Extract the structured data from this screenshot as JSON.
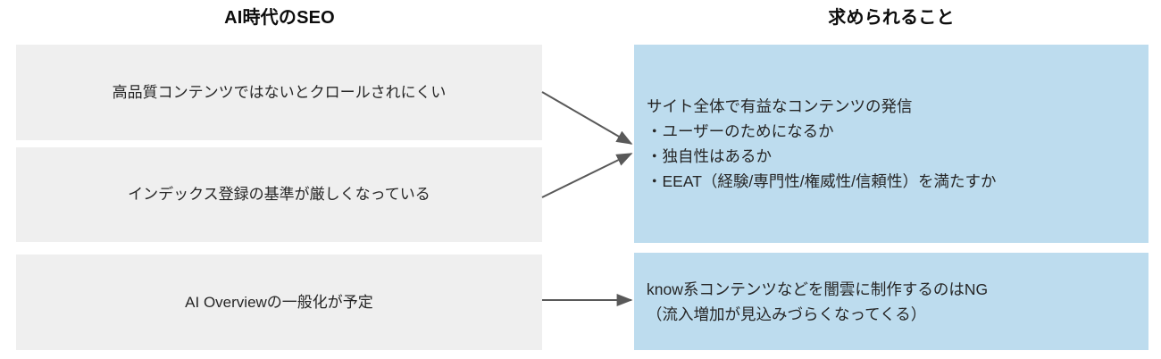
{
  "columns": {
    "left": {
      "title": "AI時代のSEO",
      "items": [
        {
          "label": "高品質コンテンツではないとクロールされにくい"
        },
        {
          "label": "インデックス登録の基準が厳しくなっている"
        },
        {
          "label": "AI Overviewの一般化が予定"
        }
      ]
    },
    "right": {
      "title": "求められること",
      "items": [
        {
          "label": "サイト全体で有益なコンテンツの発信\n・ユーザーのためになるか\n・独自性はあるか\n・EEAT（経験/専門性/権威性/信頼性）を満たすか"
        },
        {
          "label": "know系コンテンツなどを闇雲に制作するのはNG\n（流入増加が見込みづらくなってくる）"
        }
      ]
    }
  },
  "connectors": [
    {
      "name": "arrow-left1-to-right1",
      "from": "box-left-1",
      "to": "box-right-1"
    },
    {
      "name": "arrow-left2-to-right1",
      "from": "box-left-2",
      "to": "box-right-1"
    },
    {
      "name": "arrow-left3-to-right2",
      "from": "box-left-3",
      "to": "box-right-2"
    }
  ],
  "colors": {
    "gray_box": "#efefef",
    "blue_box": "#bddcee",
    "text": "#262626",
    "title": "#0d0d0d",
    "arrow": "#595959",
    "background": "#ffffff"
  }
}
